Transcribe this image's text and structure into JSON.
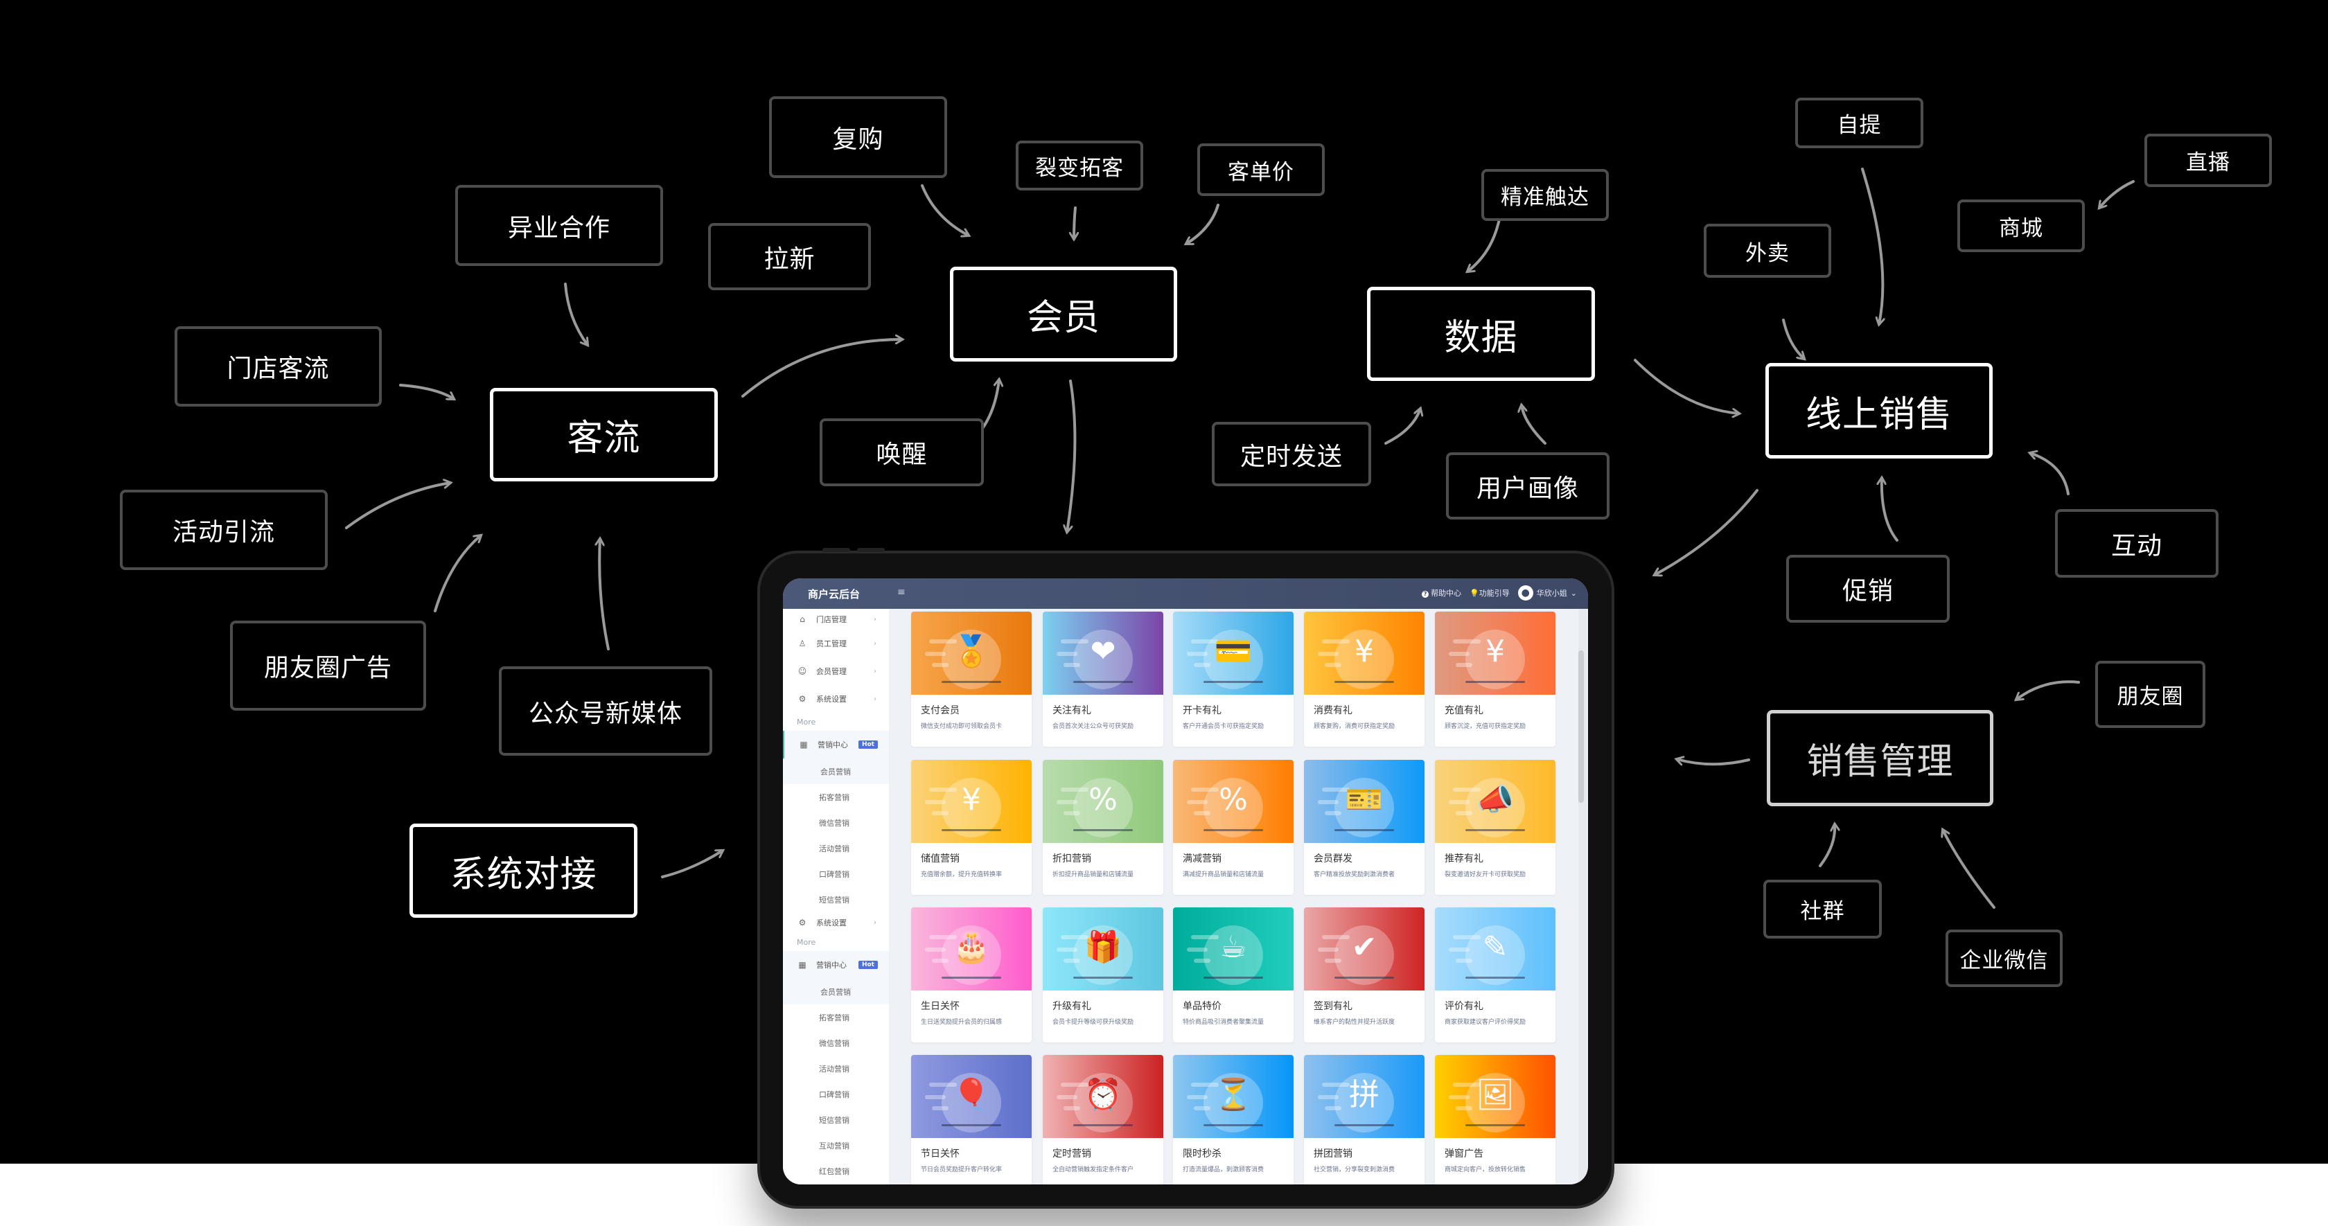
{
  "diagram": {
    "hubs": {
      "keliu": "客流",
      "huiyuan": "会员",
      "shuju": "数据",
      "xianshang": "线上销售",
      "xiaoshou": "销售管理",
      "xitong": "系统对接"
    },
    "nodes": {
      "fugou": "复购",
      "liebian": "裂变拓客",
      "kedanjia": "客单价",
      "yiye": "异业合作",
      "laxin": "拉新",
      "mendian": "门店客流",
      "huanxing": "唤醒",
      "huodong": "活动引流",
      "pengyouquan_ad": "朋友圈广告",
      "gongzhonghao": "公众号新媒体",
      "jingzhun": "精准触达",
      "dingshi": "定时发送",
      "huaxiang": "用户画像",
      "ziti": "自提",
      "zhibo": "直播",
      "shangcheng": "商城",
      "waimai": "外卖",
      "hudong": "互动",
      "cuxiao": "促销",
      "pengyouquan": "朋友圈",
      "shequn": "社群",
      "qiye": "企业微信"
    }
  },
  "app": {
    "title": "商户云后台",
    "menu_icon": "hamburger-icon",
    "help": "帮助中心",
    "guide": "功能引导",
    "user": "华欣小姐",
    "sidebar": {
      "top_items": [
        {
          "label": "门店管理",
          "icon": "home-icon"
        },
        {
          "label": "员工管理",
          "icon": "user-icon"
        },
        {
          "label": "会员管理",
          "icon": "smile-icon"
        },
        {
          "label": "系统设置",
          "icon": "gear-icon"
        }
      ],
      "more": "More",
      "group": {
        "label": "营销中心",
        "badge": "Hot",
        "icon": "grid-icon"
      },
      "sub_items": [
        "会员营销",
        "拓客营销",
        "微信营销",
        "活动营销",
        "口碑营销",
        "短信营销"
      ],
      "settings2": "系统设置",
      "more2": "More",
      "group2": {
        "label": "营销中心",
        "badge": "Hot"
      },
      "sub_items2": [
        "会员营销",
        "拓客营销",
        "微信营销",
        "活动营销",
        "口碑营销",
        "短信营销",
        "互动营销",
        "红包营销"
      ]
    },
    "cards": [
      {
        "title": "支付会员",
        "desc": "微信支付成功即可领取会员卡",
        "from": "#f7a54a",
        "to": "#e9790e",
        "glyph": "🏅"
      },
      {
        "title": "关注有礼",
        "desc": "会员首次关注公众号可获奖励",
        "from": "#7dd0f0",
        "to": "#7b45a8",
        "glyph": "❤"
      },
      {
        "title": "开卡有礼",
        "desc": "客户开通会员卡可获指定奖励",
        "from": "#a5dcf8",
        "to": "#2ea6e6",
        "glyph": "💳"
      },
      {
        "title": "消费有礼",
        "desc": "顾客复购，消费可获指定奖励",
        "from": "#ffc43d",
        "to": "#ff8400",
        "glyph": "¥"
      },
      {
        "title": "充值有礼",
        "desc": "顾客沉淀，充值可获指定奖励",
        "from": "#df9a82",
        "to": "#ff6d36",
        "glyph": "¥"
      },
      {
        "title": "储值营销",
        "desc": "充值赠余额，提升充值转换率",
        "from": "#fad27a",
        "to": "#ffb300",
        "glyph": "¥"
      },
      {
        "title": "折扣营销",
        "desc": "折扣提升商品销量和店铺流量",
        "from": "#b8dcac",
        "to": "#8fc97a",
        "glyph": "%"
      },
      {
        "title": "满减营销",
        "desc": "满减提升商品销量和店铺流量",
        "from": "#f8b877",
        "to": "#ff7e00",
        "glyph": "%"
      },
      {
        "title": "会员群发",
        "desc": "客户精准投放奖励刺激消费者",
        "from": "#8dbcea",
        "to": "#0d9af8",
        "glyph": "🎫"
      },
      {
        "title": "推荐有礼",
        "desc": "裂变邀请好友开卡可获取奖励",
        "from": "#f8d27c",
        "to": "#ffba2a",
        "glyph": "📣"
      },
      {
        "title": "生日关怀",
        "desc": "生日送奖励提升会员的归属感",
        "from": "#f9b8dc",
        "to": "#ff5ccc",
        "glyph": "🎂"
      },
      {
        "title": "升级有礼",
        "desc": "会员卡提升等级可获升级奖励",
        "from": "#8ee6fa",
        "to": "#5ec6e0",
        "glyph": "🎁"
      },
      {
        "title": "单品特价",
        "desc": "特价商品吸引消费者聚集流量",
        "from": "#00ad9c",
        "to": "#21cdbd",
        "glyph": "☕"
      },
      {
        "title": "签到有礼",
        "desc": "维系客户的黏性并提升活跃度",
        "from": "#eaa7a7",
        "to": "#cf2424",
        "glyph": "✔"
      },
      {
        "title": "评价有礼",
        "desc": "商家获取建议客户评价得奖励",
        "from": "#a8dcfc",
        "to": "#5ec0fc",
        "glyph": "✎"
      },
      {
        "title": "节日关怀",
        "desc": "节日会员奖励提升客户转化率",
        "from": "#8e9ae0",
        "to": "#5e6fcc",
        "glyph": "🎈"
      },
      {
        "title": "定时营销",
        "desc": "全自动营销触发指定条件客户",
        "from": "#f0b2b2",
        "to": "#cc2222",
        "glyph": "⏰"
      },
      {
        "title": "限时秒杀",
        "desc": "打造流量爆品，刺激顾客消费",
        "from": "#8ec6f0",
        "to": "#0596f8",
        "glyph": "⏳"
      },
      {
        "title": "拼团营销",
        "desc": "社交营销，分享裂变刺激消费",
        "from": "#8ec0ee",
        "to": "#1a9af8",
        "glyph": "拼"
      },
      {
        "title": "弹窗广告",
        "desc": "商城定向客户，投放转化销售",
        "from": "#ffd000",
        "to": "#ff5200",
        "glyph": "🖼"
      }
    ]
  }
}
